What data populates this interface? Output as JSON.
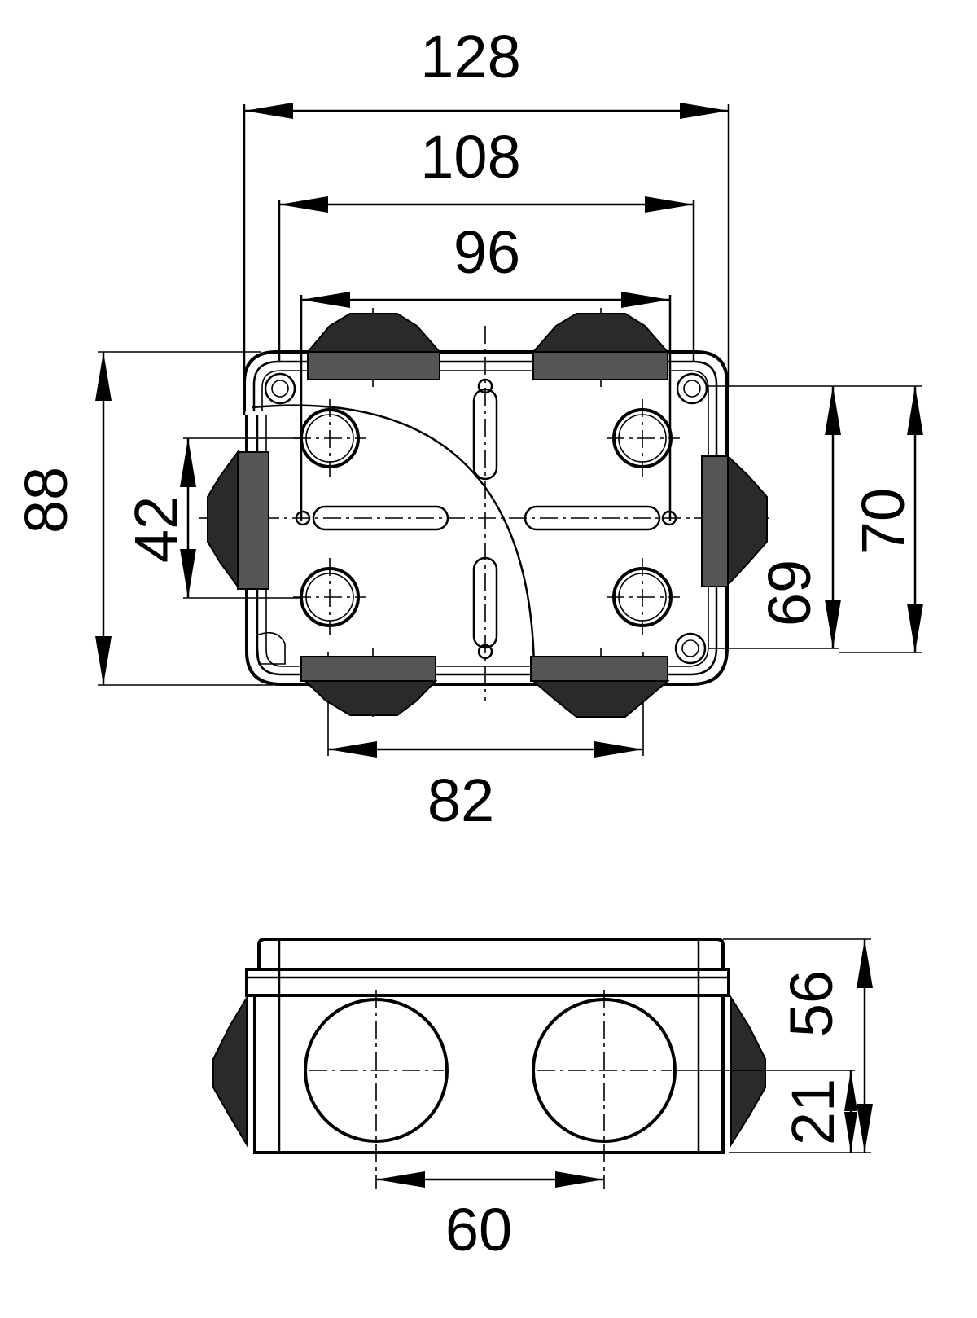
{
  "dimensions": {
    "top_view": {
      "overall_width": "128",
      "inner_width": "108",
      "fixing_width": "96",
      "bottom_gland_spacing": "82",
      "overall_height": "88",
      "side_gland_spacing": "42",
      "fixing_height": "69",
      "inner_height": "70"
    },
    "side_view": {
      "overall_height": "56",
      "gland_center_height": "21",
      "gland_spacing": "60"
    }
  }
}
